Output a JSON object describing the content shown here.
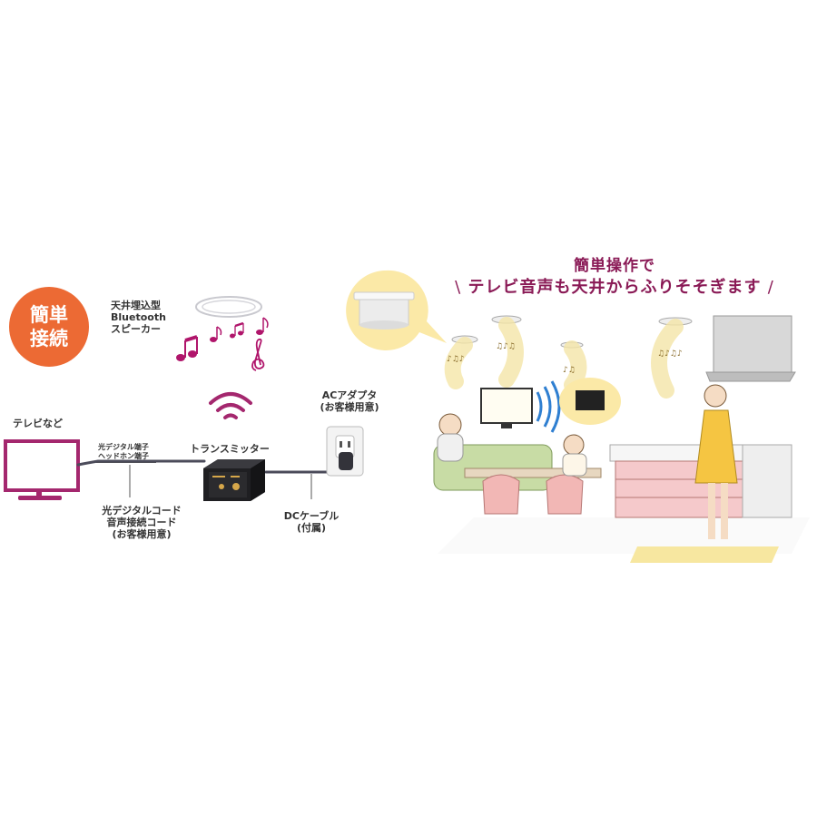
{
  "badge": {
    "line1": "簡単",
    "line2": "接続"
  },
  "speaker": {
    "line1": "天井埋込型",
    "line2": "Bluetooth",
    "line3": "スピーカー"
  },
  "tv": {
    "label": "テレビなど"
  },
  "terminals": {
    "line1": "光デジタル端子",
    "line2": "ヘッドホン端子"
  },
  "transmitter": {
    "label": "トランスミッター"
  },
  "ac_adapter": {
    "line1": "ACアダプタ",
    "line2": "(お客様用意)"
  },
  "cord": {
    "line1": "光デジタルコード",
    "line2": "音声接続コード",
    "line3": "(お客様用意)"
  },
  "dc_cable": {
    "line1": "DCケーブル",
    "line2": "(付属)"
  },
  "headline": {
    "line1": "簡単操作で",
    "line2": "テレビ音声も天井からふりそそぎます"
  },
  "colors": {
    "accent_orange": "#ec6a34",
    "brand_magenta": "#8a1a56",
    "tv_frame": "#a4276e",
    "music_notes": "#b0156b",
    "transmitter_body": "#2b2b2e"
  }
}
